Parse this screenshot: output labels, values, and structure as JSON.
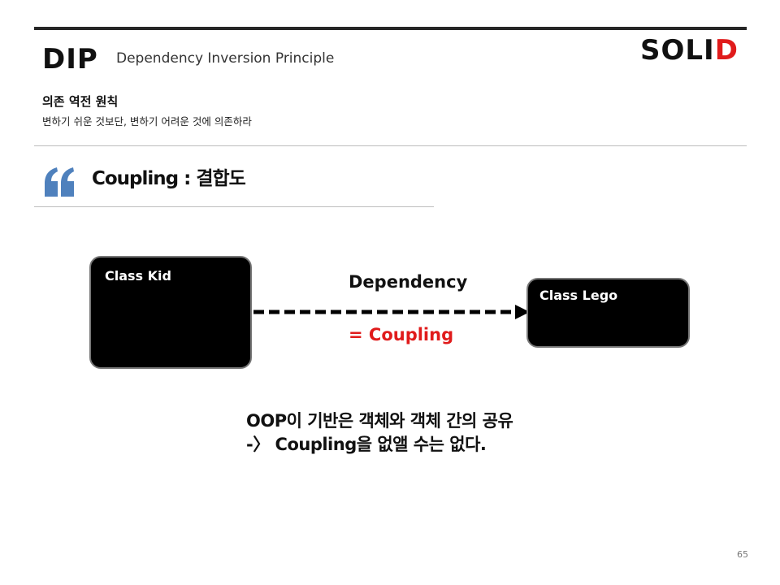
{
  "header": {
    "abbreviation": "DIP",
    "full_name": "Dependency Inversion Principle",
    "brand_main": "SOLI",
    "brand_accent": "D",
    "subtitle": "의존 역전 원칙",
    "subtitle_description": "변하기 쉬운 것보단, 변하기 어려운 것에 의존하라"
  },
  "section": {
    "quote_icon": "quote-icon",
    "title": "Coupling : 결합도"
  },
  "diagram": {
    "source_box": "Class Kid",
    "target_box": "Class Lego",
    "edge_label": "Dependency",
    "edge_sublabel": "= Coupling"
  },
  "notes": [
    "OOP이 기반은 객체와 객체 간의 공유",
    "-〉 Coupling을 없앨 수는 없다."
  ],
  "page_number": "65",
  "colors": {
    "accent_red": "#e01b1b",
    "quote_blue": "#4f81bd",
    "box_fill": "#000000",
    "rule_dark": "#262626"
  }
}
